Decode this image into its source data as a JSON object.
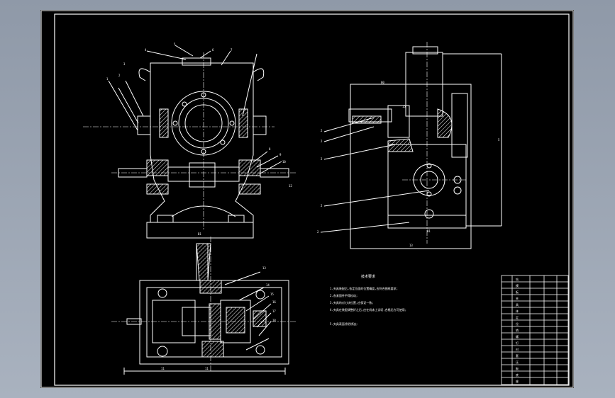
{
  "drawing": {
    "background": "#000000",
    "line_color": "#ffffff",
    "hatch_color": "#ffffff",
    "viewport_color": "#9aa4b2"
  },
  "front_view": {
    "balloons": [
      "1",
      "2",
      "3",
      "4",
      "5",
      "6",
      "7"
    ],
    "right_balloons": [
      "8",
      "9",
      "10"
    ],
    "labels": [
      "B1",
      "12"
    ]
  },
  "side_view": {
    "balloons": [
      "2",
      "2",
      "2",
      "2",
      "2"
    ],
    "dims": [
      "80",
      "15",
      "5",
      "B1"
    ],
    "label_top": "13"
  },
  "top_view": {
    "balloons": [
      "13",
      "14",
      "15",
      "16",
      "17",
      "18"
    ],
    "dims": [
      "11",
      "11"
    ]
  },
  "notes": {
    "title": "技术要求",
    "lines": [
      "1.夹具装配后,各定位面的位置精度,应符合图纸要求;",
      "2.各紧固件不得松动;",
      "3.夹具的对刀块位置,应保证一致;",
      "4.夹具在装配调整好之后,应在机床上试切,合格后方可使用;",
      "5.夹具表面涂防锈油;"
    ]
  },
  "title_block": {
    "rows": [
      "钻",
      "模",
      "板",
      "夹",
      "具",
      "体",
      "定",
      "位",
      "销",
      "螺",
      "钉",
      "衬",
      "套",
      "压",
      "板",
      "底",
      "座"
    ]
  }
}
